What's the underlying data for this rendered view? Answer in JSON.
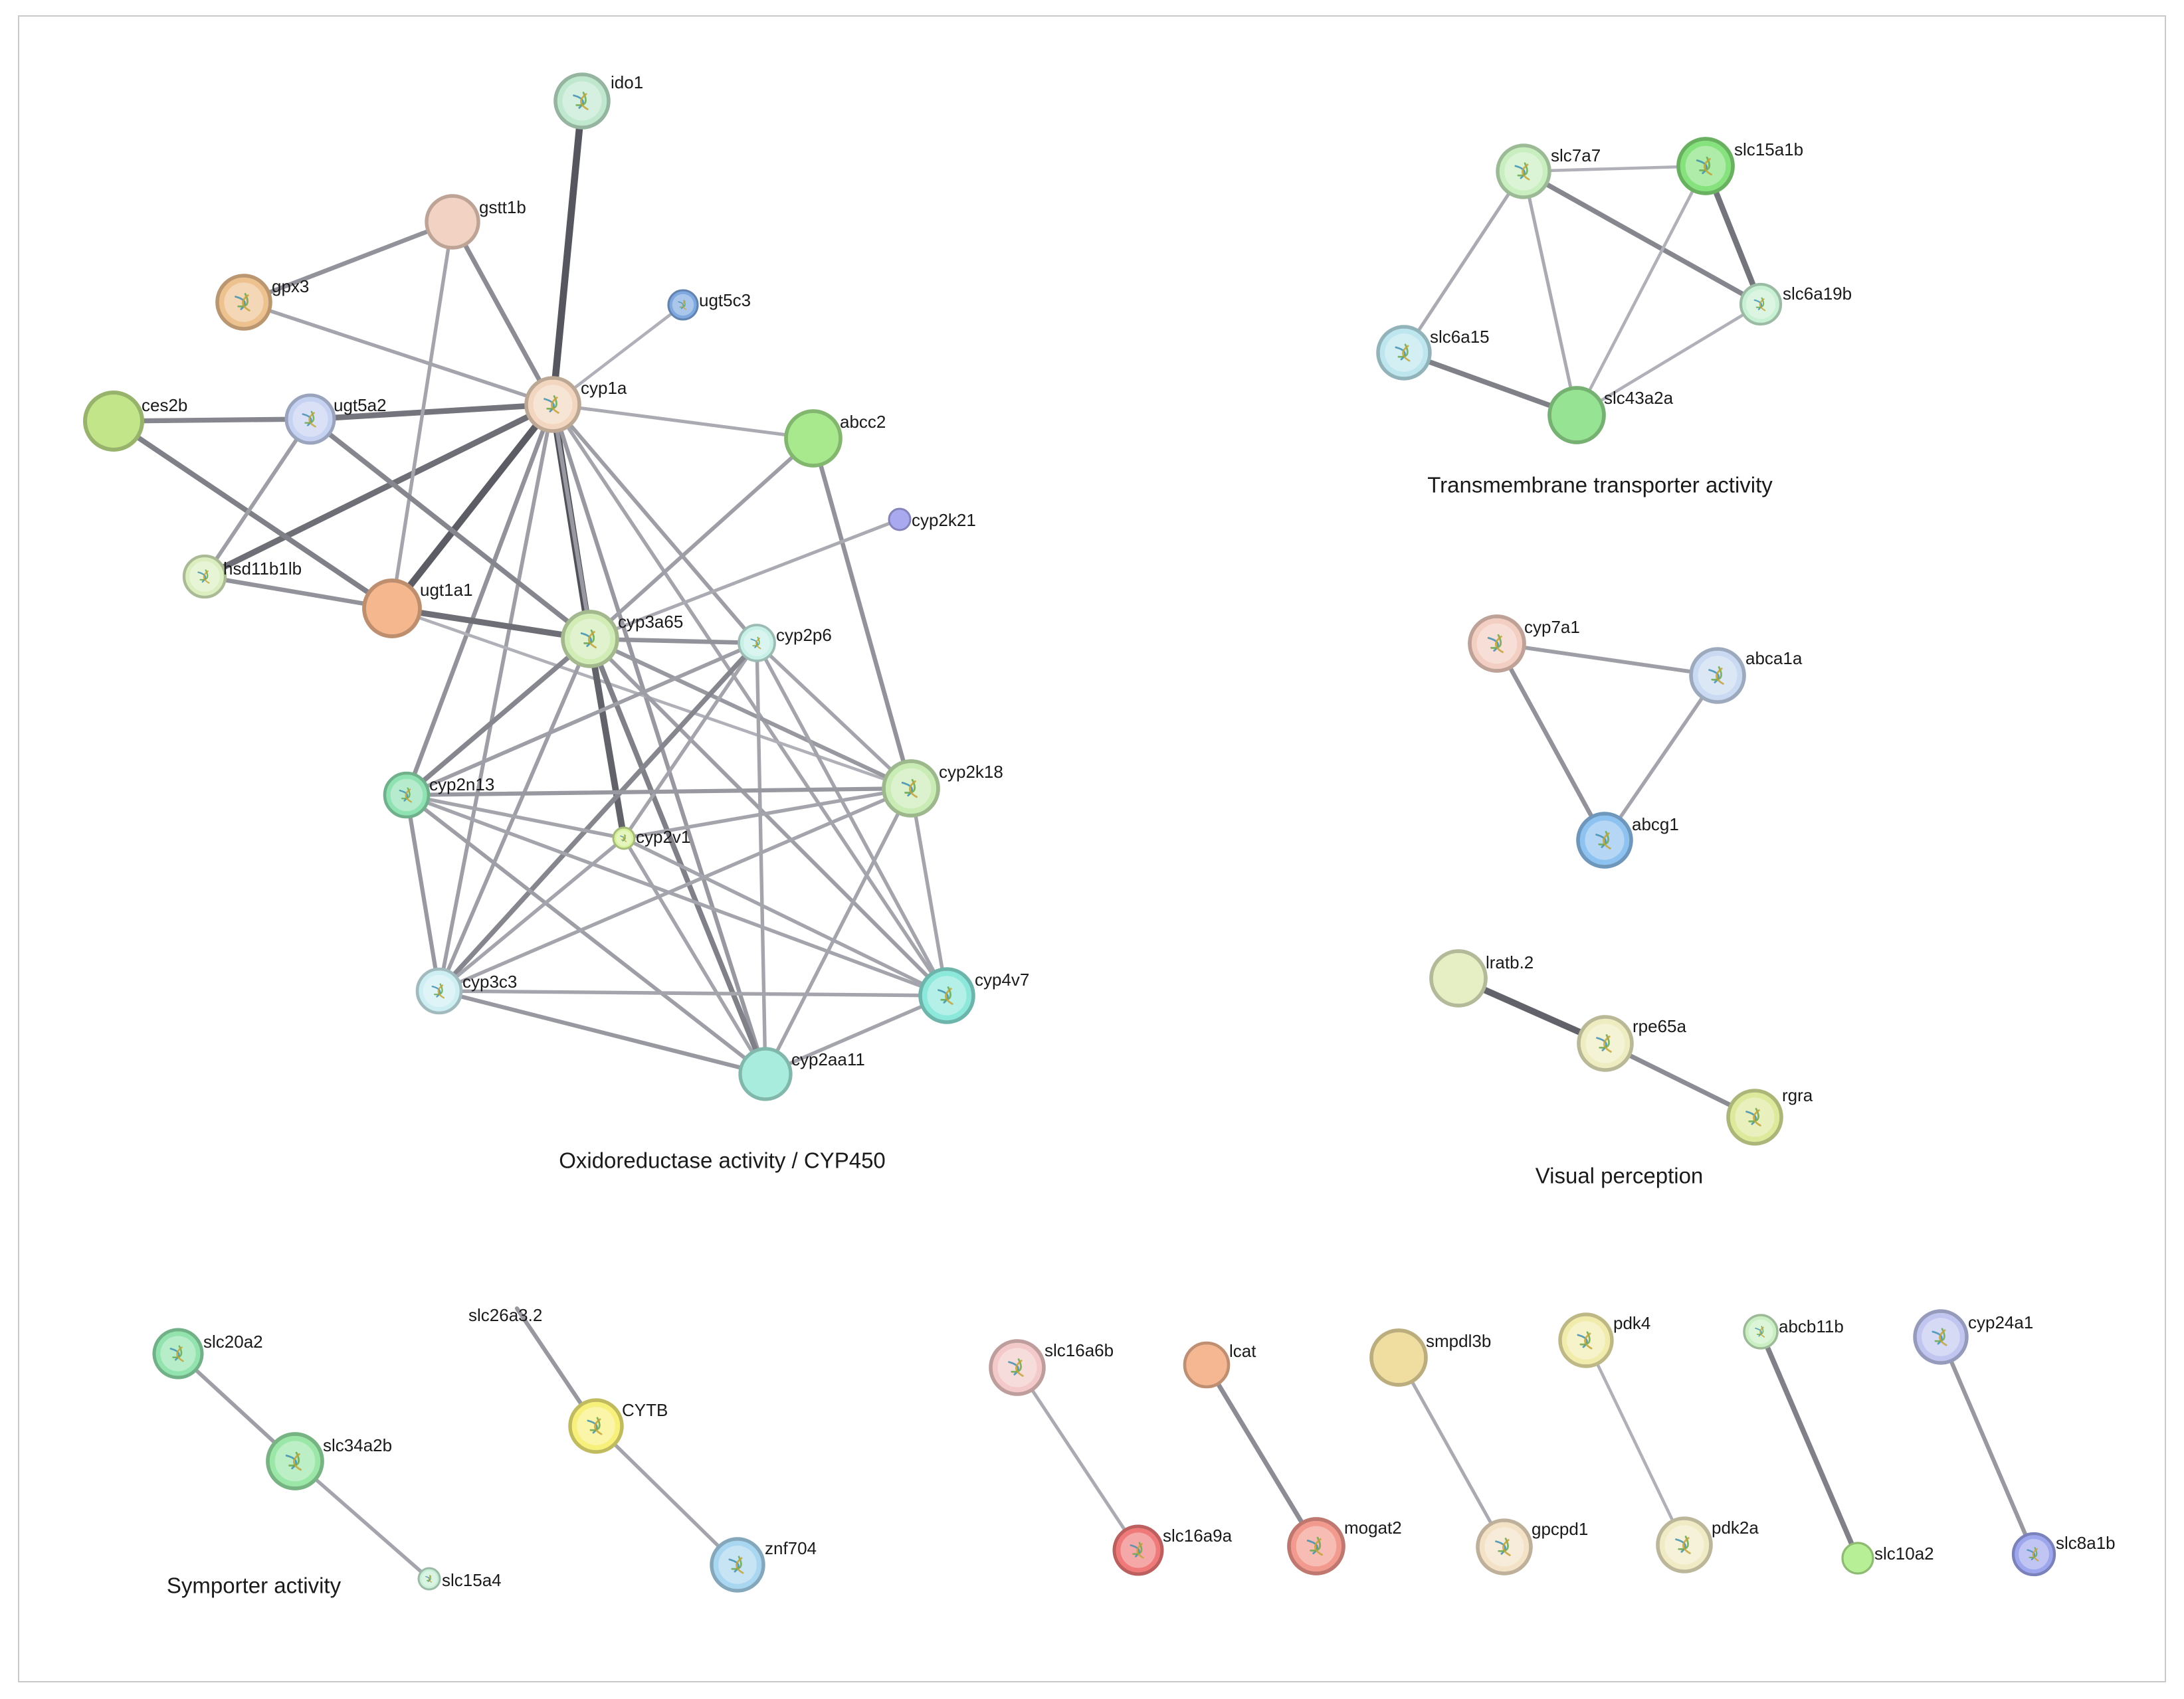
{
  "nodes": [
    {
      "id": "ido1",
      "label": "ido1",
      "color": "#bfe8cf",
      "structure": true
    },
    {
      "id": "gstt1b",
      "label": "gstt1b",
      "color": "#f2d2c2",
      "structure": false
    },
    {
      "id": "gpx3",
      "label": "gpx3",
      "color": "#eec28f",
      "structure": true
    },
    {
      "id": "ugt5c3",
      "label": "ugt5c3",
      "color": "#7fa8e0",
      "structure": true
    },
    {
      "id": "cyp1a",
      "label": "cyp1a",
      "color": "#f2d6bf",
      "structure": true
    },
    {
      "id": "ces2b",
      "label": "ces2b",
      "color": "#c3e58a",
      "structure": false
    },
    {
      "id": "ugt5a2",
      "label": "ugt5a2",
      "color": "#c6d2f2",
      "structure": true
    },
    {
      "id": "abcc2",
      "label": "abcc2",
      "color": "#a8e98e",
      "structure": false
    },
    {
      "id": "cyp2k21",
      "label": "cyp2k21",
      "color": "#a9a9f0",
      "structure": false
    },
    {
      "id": "hsd11b1lb",
      "label": "hsd11b1lb",
      "color": "#dbeec0",
      "structure": true
    },
    {
      "id": "ugt1a1",
      "label": "ugt1a1",
      "color": "#f4b78e",
      "structure": false
    },
    {
      "id": "cyp3a65",
      "label": "cyp3a65",
      "color": "#d2ecb6",
      "structure": true
    },
    {
      "id": "cyp2p6",
      "label": "cyp2p6",
      "color": "#c7f0e6",
      "structure": true
    },
    {
      "id": "cyp2n13",
      "label": "cyp2n13",
      "color": "#8fe2b2",
      "structure": true
    },
    {
      "id": "cyp2k18",
      "label": "cyp2k18",
      "color": "#c9ecb5",
      "structure": true
    },
    {
      "id": "cyp2v1",
      "label": "cyp2v1",
      "color": "#d6f09c",
      "structure": true
    },
    {
      "id": "cyp3c3",
      "label": "cyp3c3",
      "color": "#cdeef3",
      "structure": true
    },
    {
      "id": "cyp4v7",
      "label": "cyp4v7",
      "color": "#8ce8da",
      "structure": true
    },
    {
      "id": "cyp2aa11",
      "label": "cyp2aa11",
      "color": "#a7ecdc",
      "structure": false
    },
    {
      "id": "slc7a7",
      "label": "slc7a7",
      "color": "#c9efc0",
      "structure": true
    },
    {
      "id": "slc15a1b",
      "label": "slc15a1b",
      "color": "#86e27c",
      "structure": true
    },
    {
      "id": "slc6a19b",
      "label": "slc6a19b",
      "color": "#c8f0d3",
      "structure": true
    },
    {
      "id": "slc6a15",
      "label": "slc6a15",
      "color": "#bde6ef",
      "structure": true
    },
    {
      "id": "slc43a2a",
      "label": "slc43a2a",
      "color": "#97e394",
      "structure": false
    },
    {
      "id": "cyp7a1",
      "label": "cyp7a1",
      "color": "#f3cec2",
      "structure": true
    },
    {
      "id": "abca1a",
      "label": "abca1a",
      "color": "#c9daf2",
      "structure": true
    },
    {
      "id": "abcg1",
      "label": "abcg1",
      "color": "#8ec2f0",
      "structure": true
    },
    {
      "id": "lratb2",
      "label": "lratb.2",
      "color": "#e6efc4",
      "structure": false
    },
    {
      "id": "rpe65a",
      "label": "rpe65a",
      "color": "#eeedc1",
      "structure": true
    },
    {
      "id": "rgra",
      "label": "rgra",
      "color": "#dde99b",
      "structure": true
    },
    {
      "id": "slc20a2",
      "label": "slc20a2",
      "color": "#92e3ae",
      "structure": true
    },
    {
      "id": "slc34a2b",
      "label": "slc34a2b",
      "color": "#9ae7a8",
      "structure": true
    },
    {
      "id": "slc15a4",
      "label": "slc15a4",
      "color": "#c7efd6",
      "structure": true
    },
    {
      "id": "slc26a32",
      "label": "slc26a3.2",
      "color": "#ffffff",
      "structure": false
    },
    {
      "id": "CYTB",
      "label": "CYTB",
      "color": "#f7f07a",
      "structure": true
    },
    {
      "id": "znf704",
      "label": "znf704",
      "color": "#a9d6f0",
      "structure": true
    },
    {
      "id": "slc16a6b",
      "label": "slc16a6b",
      "color": "#f3c9c9",
      "structure": true
    },
    {
      "id": "slc16a9a",
      "label": "slc16a9a",
      "color": "#f07a7a",
      "structure": true
    },
    {
      "id": "lcat",
      "label": "lcat",
      "color": "#f4b792",
      "structure": false
    },
    {
      "id": "mogat2",
      "label": "mogat2",
      "color": "#f39a8e",
      "structure": true
    },
    {
      "id": "smpdl3b",
      "label": "smpdl3b",
      "color": "#f0dea0",
      "structure": false
    },
    {
      "id": "gpcpd1",
      "label": "gpcpd1",
      "color": "#f3e2c6",
      "structure": true
    },
    {
      "id": "pdk4",
      "label": "pdk4",
      "color": "#f2ecac",
      "structure": true
    },
    {
      "id": "pdk2a",
      "label": "pdk2a",
      "color": "#f1ebc5",
      "structure": true
    },
    {
      "id": "abcb11b",
      "label": "abcb11b",
      "color": "#c9efc3",
      "structure": true
    },
    {
      "id": "slc10a2",
      "label": "slc10a2",
      "color": "#b6ef95",
      "structure": false
    },
    {
      "id": "cyp24a1",
      "label": "cyp24a1",
      "color": "#c0c6f0",
      "structure": true
    },
    {
      "id": "slc8a1b",
      "label": "slc8a1b",
      "color": "#9ea6ee",
      "structure": true
    }
  ],
  "edges": [
    {
      "source": "cyp1a",
      "target": "ido1",
      "strength": 0.95
    },
    {
      "source": "cyp1a",
      "target": "gstt1b",
      "strength": 0.5
    },
    {
      "source": "cyp1a",
      "target": "gpx3",
      "strength": 0.3
    },
    {
      "source": "cyp1a",
      "target": "ugt5c3",
      "strength": 0.2
    },
    {
      "source": "cyp1a",
      "target": "ugt5a2",
      "strength": 0.7
    },
    {
      "source": "cyp1a",
      "target": "abcc2",
      "strength": 0.25
    },
    {
      "source": "cyp1a",
      "target": "hsd11b1lb",
      "strength": 0.75
    },
    {
      "source": "cyp1a",
      "target": "ugt1a1",
      "strength": 0.9
    },
    {
      "source": "cyp1a",
      "target": "cyp3a65",
      "strength": 1.0
    },
    {
      "source": "cyp1a",
      "target": "cyp2p6",
      "strength": 0.35
    },
    {
      "source": "cyp1a",
      "target": "cyp2n13",
      "strength": 0.45
    },
    {
      "source": "cyp1a",
      "target": "cyp2v1",
      "strength": 0.4
    },
    {
      "source": "cyp1a",
      "target": "cyp3c3",
      "strength": 0.35
    },
    {
      "source": "cyp1a",
      "target": "cyp2aa11",
      "strength": 0.4
    },
    {
      "source": "cyp1a",
      "target": "cyp4v7",
      "strength": 0.3
    },
    {
      "source": "gstt1b",
      "target": "gpx3",
      "strength": 0.45
    },
    {
      "source": "gstt1b",
      "target": "ugt1a1",
      "strength": 0.3
    },
    {
      "source": "ces2b",
      "target": "ugt5a2",
      "strength": 0.55
    },
    {
      "source": "ces2b",
      "target": "ugt1a1",
      "strength": 0.6
    },
    {
      "source": "ugt5a2",
      "target": "hsd11b1lb",
      "strength": 0.35
    },
    {
      "source": "ugt5a2",
      "target": "cyp3a65",
      "strength": 0.55
    },
    {
      "source": "hsd11b1lb",
      "target": "ugt1a1",
      "strength": 0.45
    },
    {
      "source": "ugt1a1",
      "target": "cyp3a65",
      "strength": 0.75
    },
    {
      "source": "ugt1a1",
      "target": "cyp2k18",
      "strength": 0.2
    },
    {
      "source": "abcc2",
      "target": "cyp3a65",
      "strength": 0.35
    },
    {
      "source": "abcc2",
      "target": "cyp2k18",
      "strength": 0.45
    },
    {
      "source": "cyp2k21",
      "target": "cyp3a65",
      "strength": 0.25
    },
    {
      "source": "cyp3a65",
      "target": "cyp2p6",
      "strength": 0.45
    },
    {
      "source": "cyp3a65",
      "target": "cyp2n13",
      "strength": 0.55
    },
    {
      "source": "cyp3a65",
      "target": "cyp2k18",
      "strength": 0.4
    },
    {
      "source": "cyp3a65",
      "target": "cyp2v1",
      "strength": 0.85
    },
    {
      "source": "cyp3a65",
      "target": "cyp3c3",
      "strength": 0.35
    },
    {
      "source": "cyp3a65",
      "target": "cyp4v7",
      "strength": 0.35
    },
    {
      "source": "cyp3a65",
      "target": "cyp2aa11",
      "strength": 0.6
    },
    {
      "source": "cyp2p6",
      "target": "cyp2n13",
      "strength": 0.35
    },
    {
      "source": "cyp2p6",
      "target": "cyp2k18",
      "strength": 0.3
    },
    {
      "source": "cyp2p6",
      "target": "cyp2v1",
      "strength": 0.3
    },
    {
      "source": "cyp2p6",
      "target": "cyp3c3",
      "strength": 0.55
    },
    {
      "source": "cyp2p6",
      "target": "cyp4v7",
      "strength": 0.3
    },
    {
      "source": "cyp2p6",
      "target": "cyp2aa11",
      "strength": 0.3
    },
    {
      "source": "cyp2n13",
      "target": "cyp2k18",
      "strength": 0.4
    },
    {
      "source": "cyp2n13",
      "target": "cyp2v1",
      "strength": 0.3
    },
    {
      "source": "cyp2n13",
      "target": "cyp3c3",
      "strength": 0.4
    },
    {
      "source": "cyp2n13",
      "target": "cyp4v7",
      "strength": 0.3
    },
    {
      "source": "cyp2n13",
      "target": "cyp2aa11",
      "strength": 0.35
    },
    {
      "source": "cyp2k18",
      "target": "cyp2v1",
      "strength": 0.3
    },
    {
      "source": "cyp2k18",
      "target": "cyp3c3",
      "strength": 0.3
    },
    {
      "source": "cyp2k18",
      "target": "cyp4v7",
      "strength": 0.3
    },
    {
      "source": "cyp2k18",
      "target": "cyp2aa11",
      "strength": 0.3
    },
    {
      "source": "cyp2v1",
      "target": "cyp3c3",
      "strength": 0.3
    },
    {
      "source": "cyp2v1",
      "target": "cyp4v7",
      "strength": 0.3
    },
    {
      "source": "cyp2v1",
      "target": "cyp2aa11",
      "strength": 0.3
    },
    {
      "source": "cyp3c3",
      "target": "cyp2aa11",
      "strength": 0.4
    },
    {
      "source": "cyp3c3",
      "target": "cyp4v7",
      "strength": 0.3
    },
    {
      "source": "cyp4v7",
      "target": "cyp2aa11",
      "strength": 0.3
    },
    {
      "source": "slc7a7",
      "target": "slc15a1b",
      "strength": 0.2
    },
    {
      "source": "slc7a7",
      "target": "slc6a19b",
      "strength": 0.55
    },
    {
      "source": "slc7a7",
      "target": "slc6a15",
      "strength": 0.25
    },
    {
      "source": "slc7a7",
      "target": "slc43a2a",
      "strength": 0.25
    },
    {
      "source": "slc15a1b",
      "target": "slc6a19b",
      "strength": 0.7
    },
    {
      "source": "slc15a1b",
      "target": "slc43a2a",
      "strength": 0.2
    },
    {
      "source": "slc6a15",
      "target": "slc43a2a",
      "strength": 0.6
    },
    {
      "source": "slc6a19b",
      "target": "slc43a2a",
      "strength": 0.2
    },
    {
      "source": "cyp7a1",
      "target": "abca1a",
      "strength": 0.35
    },
    {
      "source": "cyp7a1",
      "target": "abcg1",
      "strength": 0.45
    },
    {
      "source": "abca1a",
      "target": "abcg1",
      "strength": 0.3
    },
    {
      "source": "lratb2",
      "target": "rpe65a",
      "strength": 0.85
    },
    {
      "source": "rpe65a",
      "target": "rgra",
      "strength": 0.5
    },
    {
      "source": "slc20a2",
      "target": "slc34a2b",
      "strength": 0.35
    },
    {
      "source": "slc34a2b",
      "target": "slc15a4",
      "strength": 0.3
    },
    {
      "source": "slc26a32",
      "target": "CYTB",
      "strength": 0.4
    },
    {
      "source": "CYTB",
      "target": "znf704",
      "strength": 0.3
    },
    {
      "source": "slc16a6b",
      "target": "slc16a9a",
      "strength": 0.25
    },
    {
      "source": "lcat",
      "target": "mogat2",
      "strength": 0.5
    },
    {
      "source": "smpdl3b",
      "target": "gpcpd1",
      "strength": 0.25
    },
    {
      "source": "pdk4",
      "target": "pdk2a",
      "strength": 0.2
    },
    {
      "source": "abcb11b",
      "target": "slc10a2",
      "strength": 0.6
    },
    {
      "source": "cyp24a1",
      "target": "slc8a1b",
      "strength": 0.4
    }
  ],
  "clusters": [
    {
      "id": "cyp450",
      "label": "Oxidoreductase activity / CYP450"
    },
    {
      "id": "transporter",
      "label": "Transmembrane transporter activity"
    },
    {
      "id": "visual",
      "label": "Visual perception"
    },
    {
      "id": "symporter",
      "label": "Symporter activity"
    }
  ]
}
